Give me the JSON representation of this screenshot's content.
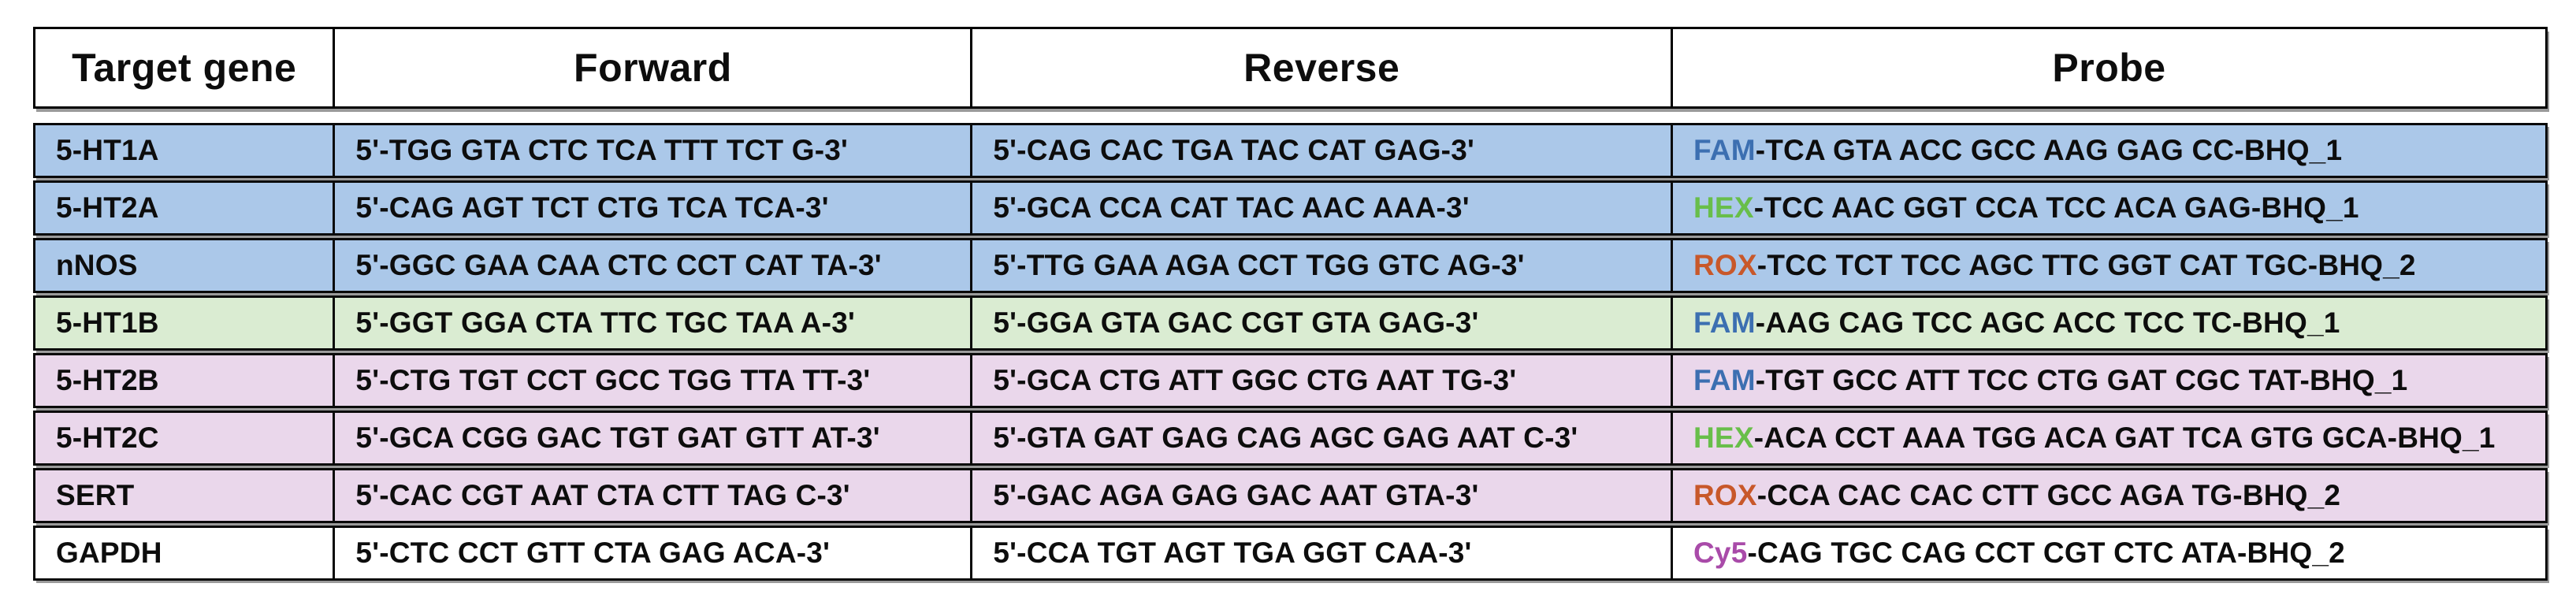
{
  "table": {
    "headers": [
      "Target gene",
      "Forward",
      "Reverse",
      "Probe"
    ],
    "border_color": "#000000",
    "shadow_color": "#9b9b9b",
    "rows": [
      {
        "target": "5-HT1A",
        "forward": "5'-TGG GTA CTC TCA TTT TCT G-3'",
        "reverse": "5'-CAG CAC TGA TAC CAT GAG-3'",
        "probe_dye": "FAM",
        "probe_rest": "-TCA GTA ACC GCC AAG GAG CC-BHQ_1",
        "dye_color": "#3C6FB1",
        "row_bg": "#ABC8E9"
      },
      {
        "target": "5-HT2A",
        "forward": "5'-CAG AGT TCT CTG TCA TCA-3'",
        "reverse": "5'-GCA CCA CAT TAC AAC AAA-3'",
        "probe_dye": "HEX",
        "probe_rest": "-TCC AAC GGT CCA TCC ACA GAG-BHQ_1",
        "dye_color": "#68BE4A",
        "row_bg": "#ABC8E9"
      },
      {
        "target": "nNOS",
        "forward": "5'-GGC GAA CAA CTC CCT CAT TA-3'",
        "reverse": "5'-TTG GAA AGA CCT TGG GTC AG-3'",
        "probe_dye": "ROX",
        "probe_rest": "-TCC TCT TCC AGC TTC GGT CAT TGC-BHQ_2",
        "dye_color": "#C8582A",
        "row_bg": "#ABC8E9"
      },
      {
        "target": "5-HT1B",
        "forward": "5'-GGT GGA CTA TTC TGC TAA A-3'",
        "reverse": "5'-GGA GTA GAC CGT GTA GAG-3'",
        "probe_dye": "FAM",
        "probe_rest": "-AAG CAG TCC AGC ACC TCC TC-BHQ_1",
        "dye_color": "#3C6FB1",
        "row_bg": "#DAECD2"
      },
      {
        "target": "5-HT2B",
        "forward": "5'-CTG TGT CCT GCC TGG TTA TT-3'",
        "reverse": "5'-GCA CTG ATT GGC CTG AAT TG-3'",
        "probe_dye": "FAM",
        "probe_rest": "-TGT GCC ATT TCC CTG GAT CGC TAT-BHQ_1",
        "dye_color": "#3C6FB1",
        "row_bg": "#EAD7EB"
      },
      {
        "target": "5-HT2C",
        "forward": "5'-GCA CGG GAC TGT GAT GTT AT-3'",
        "reverse": "5'-GTA GAT GAG CAG AGC GAG AAT C-3'",
        "probe_dye": "HEX",
        "probe_rest": "-ACA CCT AAA TGG ACA GAT TCA GTG GCA-BHQ_1",
        "dye_color": "#68BE4A",
        "row_bg": "#EAD7EB"
      },
      {
        "target": "SERT",
        "forward": "5'-CAC CGT AAT CTA CTT TAG C-3'",
        "reverse": "5'-GAC AGA GAG GAC AAT GTA-3'",
        "probe_dye": "ROX",
        "probe_rest": "-CCA CAC CAC CTT GCC AGA TG-BHQ_2",
        "dye_color": "#C8582A",
        "row_bg": "#EAD7EB"
      },
      {
        "target": "GAPDH",
        "forward": "5'-CTC CCT GTT CTA GAG ACA-3'",
        "reverse": "5'-CCA TGT AGT TGA GGT CAA-3'",
        "probe_dye": "Cy5",
        "probe_rest": "-CAG TGC CAG CCT CGT CTC ATA-BHQ_2",
        "dye_color": "#A94BA9",
        "row_bg": "#FFFFFF"
      }
    ]
  }
}
